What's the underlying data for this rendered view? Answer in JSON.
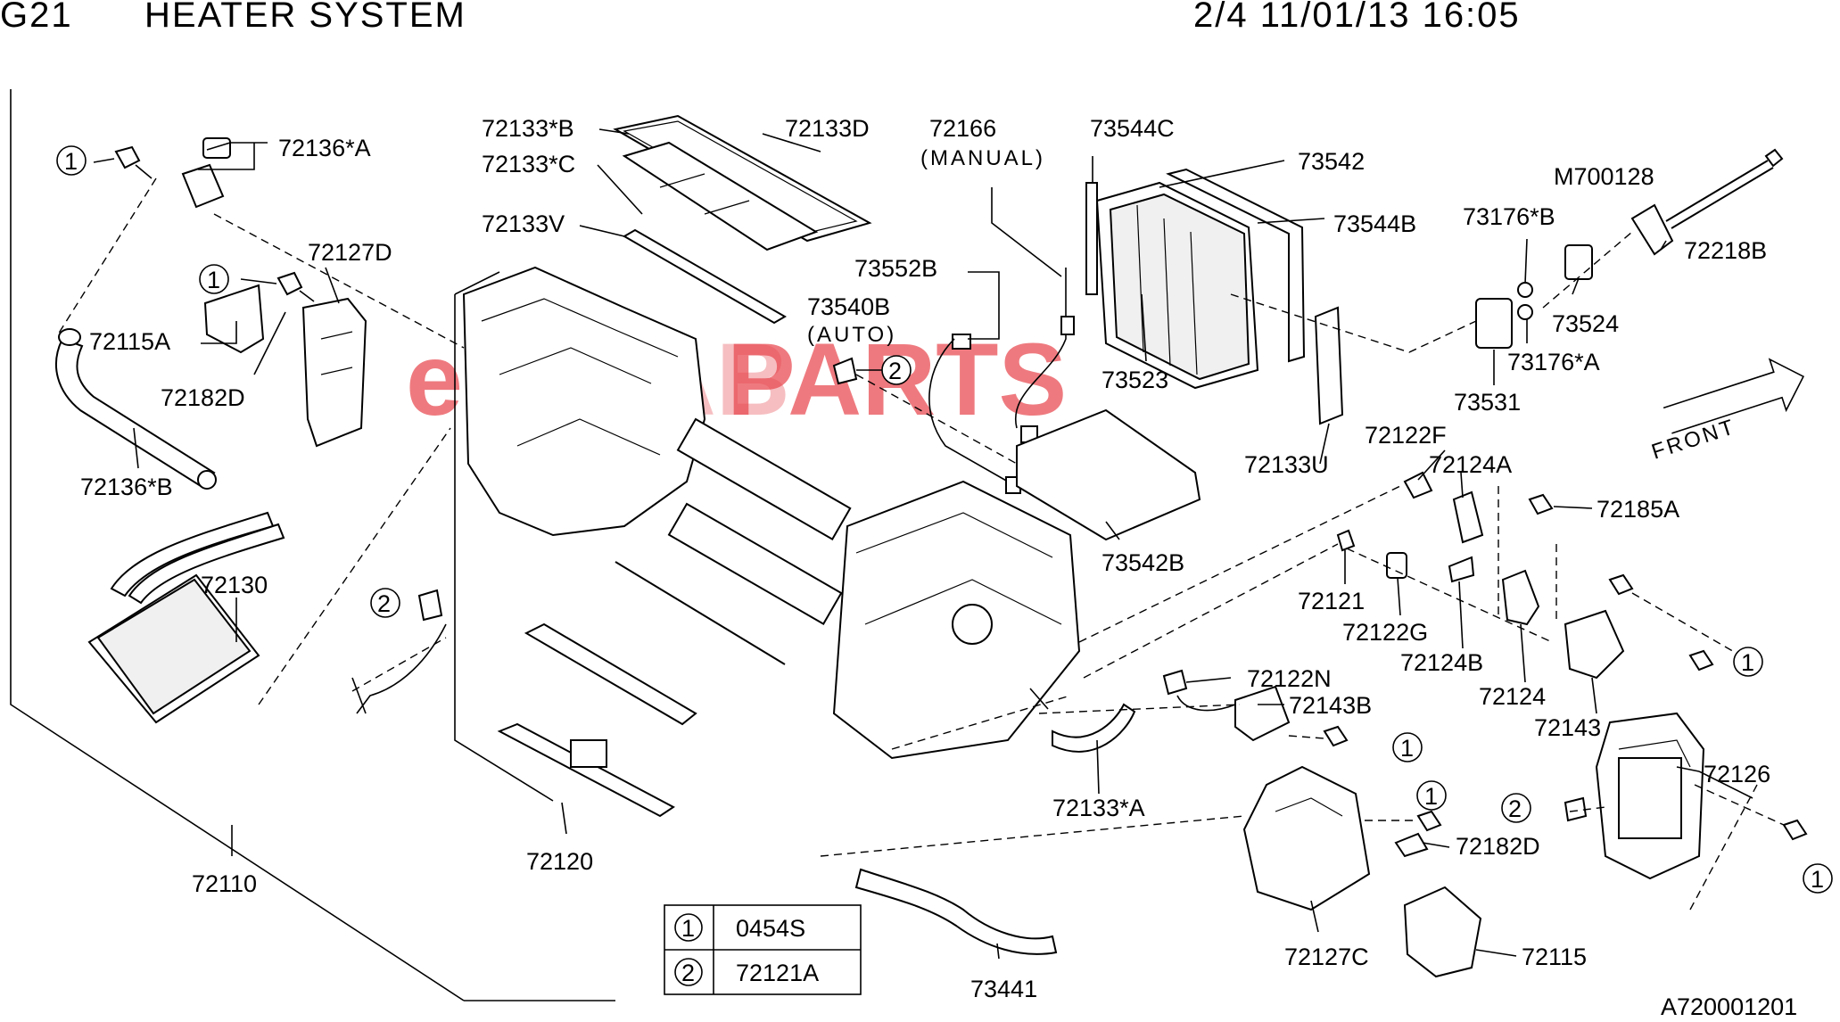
{
  "header": {
    "code": "G21",
    "title": "HEATER SYSTEM",
    "page_info": "2/4 11/01/13 16:05"
  },
  "watermark": {
    "part1": "e",
    "part2": "PARTS",
    "color": "#e8484f"
  },
  "labels": {
    "p72136A": "72136*A",
    "p72127D": "72127D",
    "p72115A": "72115A",
    "p72182D_top": "72182D",
    "p72136B": "72136*B",
    "p72130": "72130",
    "p72110": "72110",
    "p72133B": "72133*B",
    "p72133C": "72133*C",
    "p72133D": "72133D",
    "p72133V": "72133V",
    "p72166": "72166",
    "manual": "(MANUAL)",
    "p73552B": "73552B",
    "p73540B": "73540B",
    "auto": "(AUTO)",
    "p73544C": "73544C",
    "p73542": "73542",
    "p73544B": "73544B",
    "p73523": "73523",
    "p72133U": "72133U",
    "p73542B": "73542B",
    "pM700128": "M700128",
    "p73176B": "73176*B",
    "p72218B": "72218B",
    "p73524": "73524",
    "p73176A": "73176*A",
    "p73531": "73531",
    "front": "FRONT",
    "p72122F": "72122F",
    "p72124A": "72124A",
    "p72185A": "72185A",
    "p72121": "72121",
    "p72122G": "72122G",
    "p72124B": "72124B",
    "p72124": "72124",
    "p72143": "72143",
    "p72122N": "72122N",
    "p72143B": "72143B",
    "p72133A": "72133*A",
    "p72120": "72120",
    "p72126": "72126",
    "p72182D_bottom": "72182D",
    "p72127C": "72127C",
    "p72115": "72115",
    "p73441": "73441",
    "diagram_id": "A720001201"
  },
  "callouts": {
    "one": "1",
    "two": "2"
  },
  "legend": [
    {
      "key": "1",
      "part": "0454S"
    },
    {
      "key": "2",
      "part": "72121A"
    }
  ]
}
